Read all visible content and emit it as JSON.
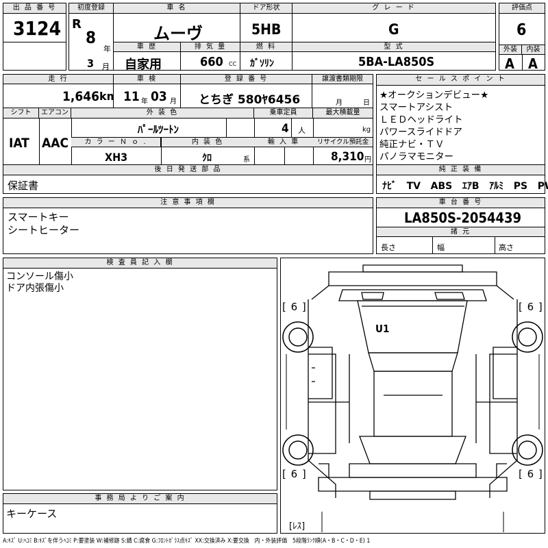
{
  "lot": {
    "label": "出 品 番 号",
    "value": "3124"
  },
  "first_reg": {
    "label": "初度登録",
    "era": "R",
    "year": "8",
    "year_unit": "年",
    "month": "3",
    "month_unit": "月"
  },
  "car_name": {
    "label": "車 名",
    "value": "ムーヴ"
  },
  "door": {
    "label": "ドア形状",
    "value": "5HB"
  },
  "grade": {
    "label": "グ レ ー ド",
    "value": "G"
  },
  "score": {
    "label": "評価点",
    "value": "6",
    "ext_label": "外装",
    "int_label": "内装",
    "ext_value": "A",
    "int_value": "A"
  },
  "history": {
    "label": "車 歴",
    "value": "自家用"
  },
  "displacement": {
    "label": "排 気 量",
    "value": "660",
    "unit": "CC"
  },
  "fuel": {
    "label": "燃 料",
    "value": "ｶﾞｿﾘﾝ"
  },
  "model": {
    "label": "型 式",
    "value": "5BA-LA850S"
  },
  "mileage": {
    "label": "走 行",
    "value": "1,646",
    "unit": "km"
  },
  "inspection": {
    "label": "車 検",
    "year": "11",
    "year_unit": "年",
    "month": "03",
    "month_unit": "月"
  },
  "reg_no": {
    "label": "登 録 番 号",
    "value": "とちぎ 580ﾔ6456"
  },
  "transfer": {
    "label": "譲渡書類期限",
    "month_unit": "月",
    "day_unit": "日"
  },
  "shift": {
    "label": "シフト",
    "value": "IAT"
  },
  "ac": {
    "label": "エアコン",
    "value": "AAC"
  },
  "ext_color": {
    "label": "外 装 色",
    "value": "ﾊﾟｰﾙﾂｰﾄﾝ"
  },
  "capacity": {
    "label": "乗車定員",
    "value": "4",
    "unit": "人"
  },
  "max_load": {
    "label": "最大積載量",
    "unit": "kg"
  },
  "color_no": {
    "label": "カ ラ ー Ｎ ｏ .",
    "value": "XH3"
  },
  "int_color": {
    "label": "内 装 色",
    "value": "ｸﾛ",
    "unit": "系"
  },
  "import": {
    "label": "輸 入 車"
  },
  "recycle": {
    "label": "リサイクル預託金",
    "value": "8,310",
    "unit": "円"
  },
  "sales_points": {
    "label": "セ ー ル ス ポ イ ン ト",
    "items": [
      "★オークションデビュー★",
      "スマートアシスト",
      "ＬＥＤヘッドライト",
      "パワースライドドア",
      "純正ナビ・ＴＶ",
      "パノラマモニター"
    ]
  },
  "later_parts": {
    "label": "後 日 発 送 部 品",
    "value": "保証書"
  },
  "equipment": {
    "label": "純 正 装 備",
    "items": [
      "ﾅﾋﾞ",
      "TV",
      "ABS",
      "ｴｱB",
      "ｱﾙﾐ",
      "PS",
      "PW"
    ]
  },
  "notes": {
    "label": "注 意 事 項 欄",
    "lines": [
      "スマートキー",
      "シートヒーター"
    ]
  },
  "chassis": {
    "label": "車 台 番 号",
    "value": "LA850S-2054439",
    "specs_label": "諸 元",
    "length": "長さ",
    "width": "幅",
    "height": "高さ"
  },
  "inspector": {
    "label": "検 査 員 記 入 欄",
    "lines": [
      "コンソール傷小",
      "ドア内張傷小"
    ]
  },
  "diagram": {
    "tire_fl": "[ 6 ]",
    "tire_fr": "[ 6 ]",
    "tire_rl": "[ 6 ]",
    "tire_rr": "[ 6 ]",
    "damage": "U1",
    "spare": "[ﾚｽ]"
  },
  "office": {
    "label": "事 務 局 よ り ご 案 内",
    "value": "キーケース"
  },
  "legend": "A:ｷｽﾞ U:ﾍｺﾐ B:ｷｽﾞを伴うﾍｺﾐ P:要塗装 W:補修跡 S:錆 C:腐食 G:ﾌﾛﾝﾄｶﾞﾗｽ点ｷｽﾞ XX:交換済み X:要交換　内・外装評価　5段階ﾗﾝｸ順(A・B・C・D・E) 1"
}
